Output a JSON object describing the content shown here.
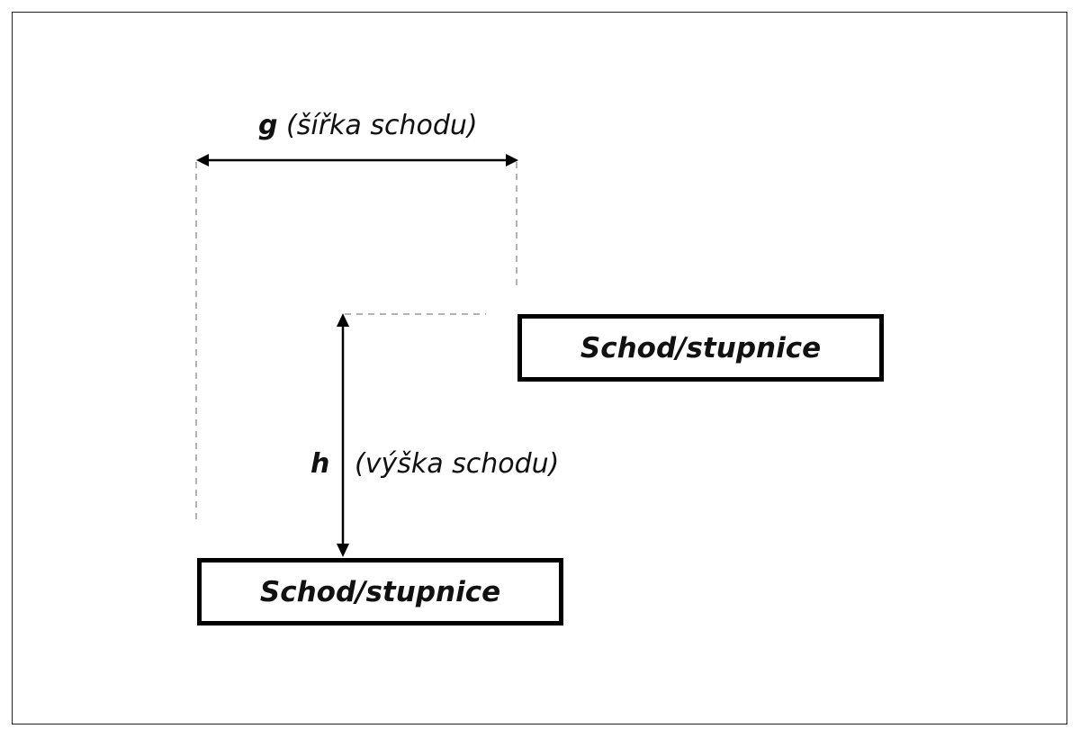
{
  "width_label": {
    "symbol": "g",
    "description": "(šířka schodu)"
  },
  "height_label": {
    "symbol": "h",
    "description": "(výška schodu)"
  },
  "steps": {
    "upper": "Schod/stupnice",
    "lower": "Schod/stupnice"
  },
  "colors": {
    "line": "#000000",
    "dashed": "#9a9a9a",
    "background": "#ffffff"
  }
}
